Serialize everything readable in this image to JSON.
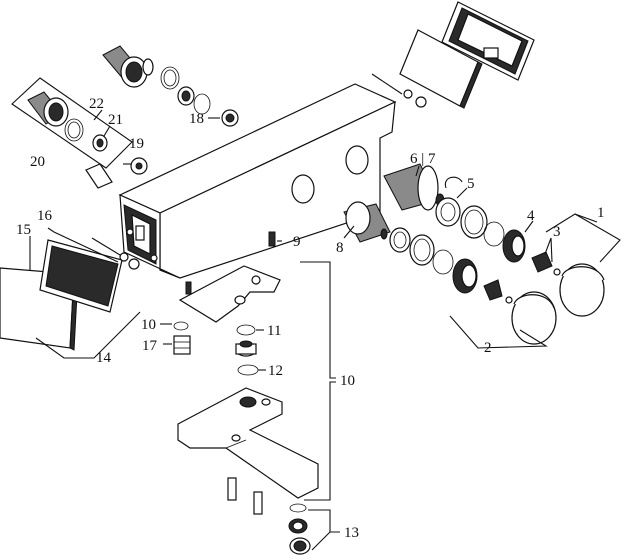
{
  "callouts": {
    "c1": "1",
    "c2": "2",
    "c3": "3",
    "c4": "4",
    "c5": "5",
    "c6_7": "6 | 7",
    "c8": "8",
    "c9": "9",
    "c10_top": "10",
    "c10_right": "10",
    "c11": "11",
    "c12": "12",
    "c13": "13",
    "c14": "14",
    "c15": "15",
    "c16": "16",
    "c17": "17",
    "c18": "18",
    "c19": "19",
    "c20": "20",
    "c21": "21",
    "c22": "22"
  }
}
